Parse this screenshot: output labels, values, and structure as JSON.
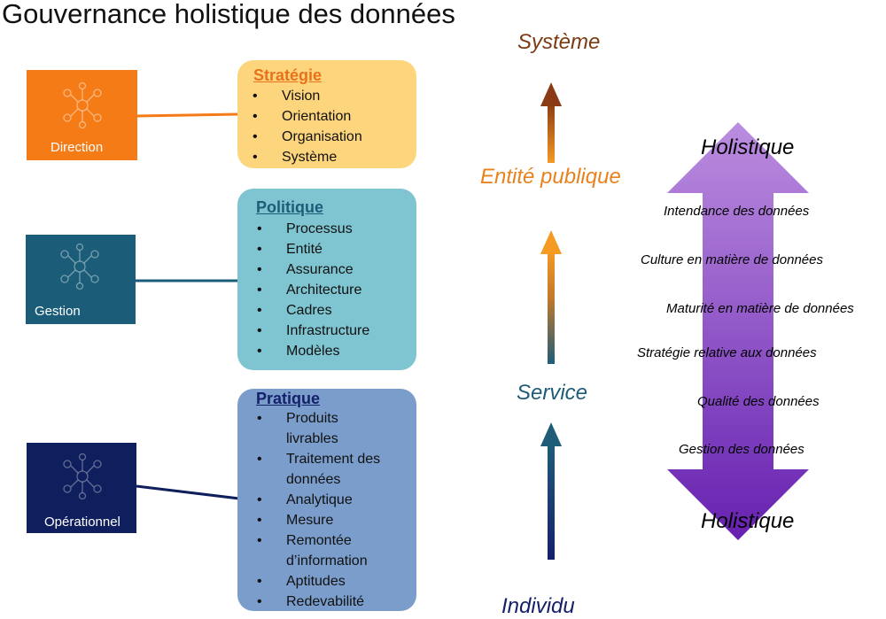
{
  "title": "Gouvernance holistique des données",
  "levels": [
    {
      "label": "Direction",
      "color": "#f47b16"
    },
    {
      "label": "Gestion",
      "color": "#1b5d78"
    },
    {
      "label": "Opérationnel",
      "color": "#0f1e5c"
    }
  ],
  "boxes": [
    {
      "heading": "Stratégie",
      "heading_color": "#e8721b",
      "fill": "#fdd57c",
      "items": [
        "Vision",
        "Orientation",
        "Organisation",
        "Système"
      ]
    },
    {
      "heading": "Politique",
      "heading_color": "#1f5c78",
      "fill": "#7ec4d1",
      "items": [
        "Processus",
        "Entité",
        "Assurance",
        "Architecture",
        "Cadres",
        "Infrastructure",
        "Modèles"
      ]
    },
    {
      "heading": "Pratique",
      "heading_color": "#15206a",
      "fill": "#7a9dcb",
      "items": [
        "Produits livrables",
        "Traitement des données",
        "Analytique",
        "Mesure",
        "Remontée d’information",
        "Aptitudes",
        "Redevabilité"
      ]
    }
  ],
  "scale": {
    "systeme": "Système",
    "entite": "Entité publique",
    "service": "Service",
    "individu": "Individu"
  },
  "holistic": {
    "top": "Holistique",
    "bottom": "Holistique",
    "aspects": [
      "Intendance des données",
      "Culture en matière de données",
      "Maturité en matière de données",
      "Stratégie relative aux données",
      "Qualité des données",
      "Gestion des données"
    ]
  },
  "colors": {
    "systeme": "#7b3a12",
    "entite": "#e8821e",
    "service": "#1f5c78",
    "individu": "#15206a",
    "arrow_top": "#b98ade",
    "arrow_bottom": "#6a24b2"
  }
}
